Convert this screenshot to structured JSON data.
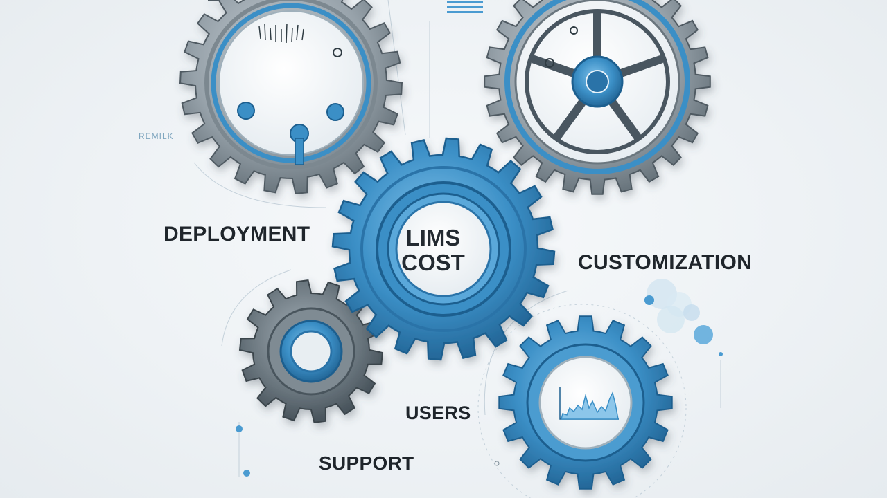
{
  "center": {
    "line1": "LIMS",
    "line2": "COST"
  },
  "labels": {
    "deployment": "DEPLOYMENT",
    "customization": "CUSTOMIZATION",
    "users": "USERS",
    "support": "SUPPORT"
  },
  "side_note": "REMILK",
  "palette": {
    "steel": "#9aa4ac",
    "steel_dark": "#5d6870",
    "blue": "#3b8fc6",
    "blue_dark": "#1f5f8f",
    "background": "#eef2f5"
  },
  "icons": [
    "gauge-gear-icon",
    "turbine-gear-icon",
    "lims-cost-gear-icon",
    "support-gear-icon",
    "chart-gear-icon"
  ]
}
